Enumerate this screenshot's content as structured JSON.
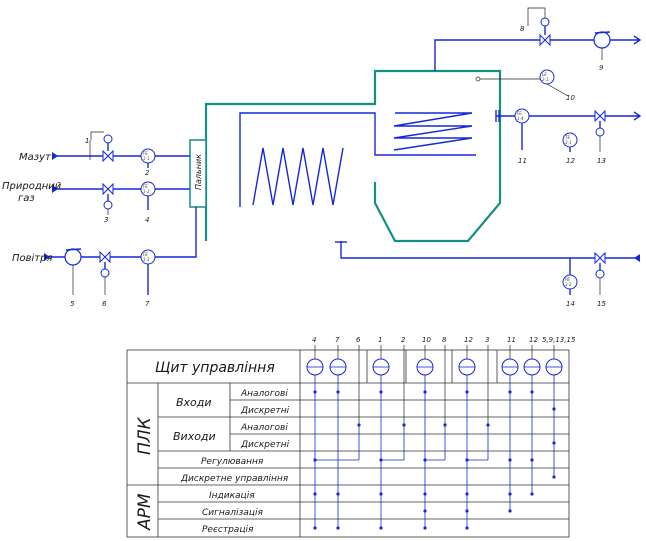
{
  "process": {
    "inputs": {
      "fuel_oil": "Мазут",
      "natural_gas_line1": "Природний",
      "natural_gas_line2": "газ",
      "air": "Повітря"
    },
    "burner": "Пальник",
    "numbers": [
      "1",
      "2",
      "3",
      "4",
      "5",
      "6",
      "7",
      "8",
      "9",
      "10",
      "11",
      "12",
      "13",
      "14",
      "15"
    ]
  },
  "panel": {
    "title": "Щит управління",
    "plc": "ПЛК",
    "arm": "АРМ",
    "inputs": "Входи",
    "outputs": "Виходи",
    "analog_in": "Аналогові",
    "discrete_in": "Дискретні",
    "analog_out": "Аналогові",
    "discrete_out": "Дискретні",
    "regulation": "Регулювання",
    "discrete_control": "Дискретне управління",
    "indication": "Індикація",
    "signaling": "Сигналізація",
    "registration": "Реєстрація",
    "column_numbers": [
      "4",
      "7",
      "6",
      "1",
      "2",
      "10",
      "8",
      "12",
      "3",
      "11",
      "12",
      "5,9,13,15"
    ]
  }
}
